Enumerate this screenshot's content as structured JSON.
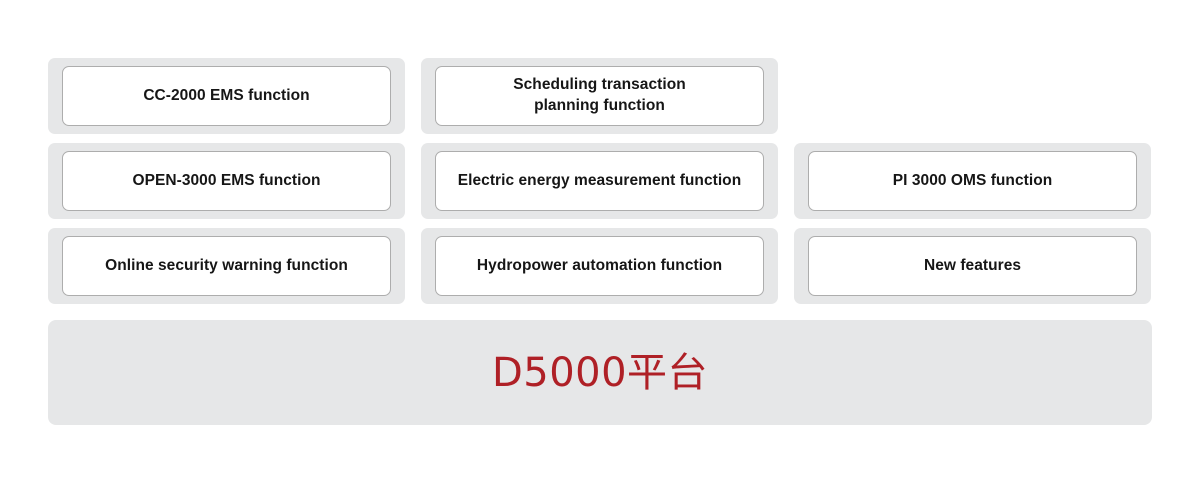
{
  "colors": {
    "page_background": "#FFFFFF",
    "panel_background": "#E6E7E8",
    "card_background": "#FFFFFF",
    "card_border": "#ADADAD",
    "card_text": "#161616",
    "platform_red": "#AF2026"
  },
  "grid": {
    "columns": 3,
    "rows": 3,
    "cells": [
      {
        "id": "cc-2000-ems-function",
        "label": "CC-2000 EMS function",
        "empty": false
      },
      {
        "id": "scheduling-transaction-planning",
        "label": "Scheduling transaction\nplanning function",
        "empty": false
      },
      {
        "id": "row1-col3-empty",
        "label": "",
        "empty": true
      },
      {
        "id": "open-3000-ems-function",
        "label": "OPEN-3000 EMS function",
        "empty": false
      },
      {
        "id": "electric-energy-measurement",
        "label": "Electric energy measurement function",
        "empty": false
      },
      {
        "id": "pi-3000-oms-function",
        "label": "PI 3000 OMS function",
        "empty": false
      },
      {
        "id": "online-security-warning",
        "label": "Online security warning function",
        "empty": false
      },
      {
        "id": "hydropower-automation",
        "label": "Hydropower automation function",
        "empty": false
      },
      {
        "id": "new-features",
        "label": "New features",
        "empty": false
      }
    ]
  },
  "platform": {
    "title": "D5000平台"
  }
}
